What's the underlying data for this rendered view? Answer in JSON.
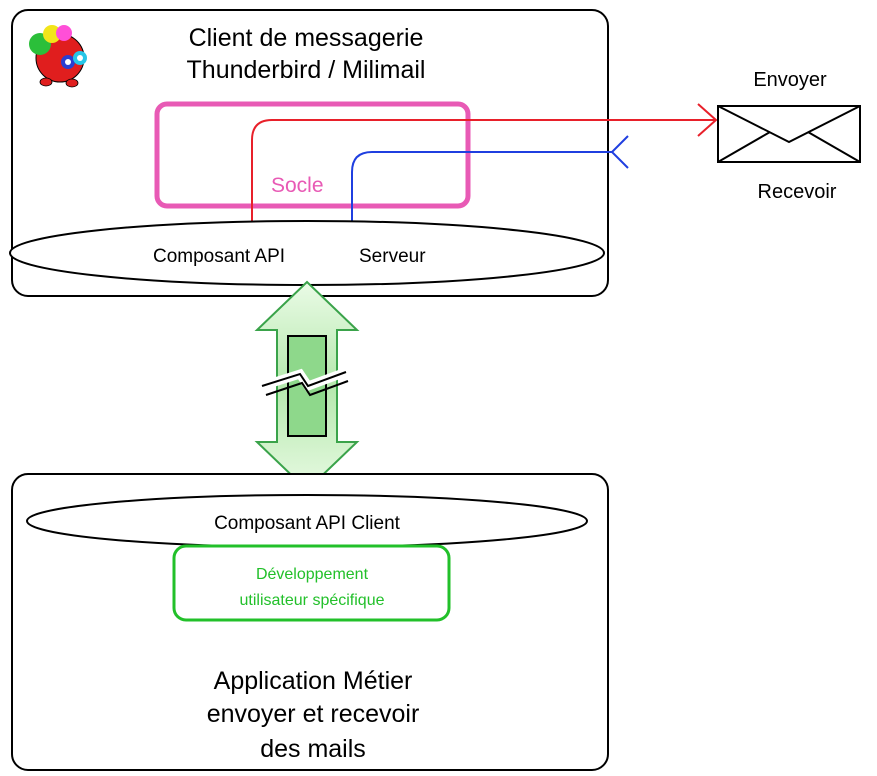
{
  "top_box": {
    "title_line1": "Client de messagerie",
    "title_line2": "Thunderbird / Milimail",
    "socle_label": "Socle",
    "api_label": "Composant API",
    "server_label": "Serveur"
  },
  "envelope": {
    "send_label": "Envoyer",
    "receive_label": "Recevoir"
  },
  "bottom_box": {
    "api_client_label": "Composant API Client",
    "dev_line1": "Développement",
    "dev_line2": "utilisateur spécifique",
    "app_line1": "Application Métier",
    "app_line2": "envoyer et recevoir",
    "app_line3": "des mails"
  },
  "colors": {
    "socle": "#e85ab5",
    "send_arrow": "#e8202a",
    "receive_arrow": "#1f3fe0",
    "dev_box": "#22c02a",
    "link_arrow_fill": "#c7f0bf",
    "link_arrow_stroke": "#3aa34a",
    "link_body": "#8ed88b"
  },
  "icons": {
    "app_logo": "thunderbird-mascot-icon",
    "envelope": "envelope-icon",
    "connection_break": "lightning-break-icon"
  }
}
